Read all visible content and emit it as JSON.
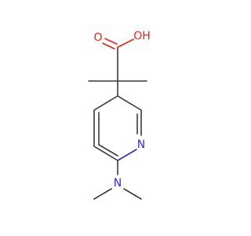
{
  "molecule": {
    "atoms": {
      "carbonyl_oxygen": {
        "symbol": "O",
        "color": "#e8231d"
      },
      "hydroxyl": {
        "symbol": "OH",
        "color": "#e8231d"
      },
      "ring_nitrogen": {
        "symbol": "N",
        "color": "#2c2cd6"
      },
      "amine_nitrogen": {
        "symbol": "N",
        "color": "#2c2cd6"
      }
    },
    "bond_color": "#3a3a3a"
  }
}
